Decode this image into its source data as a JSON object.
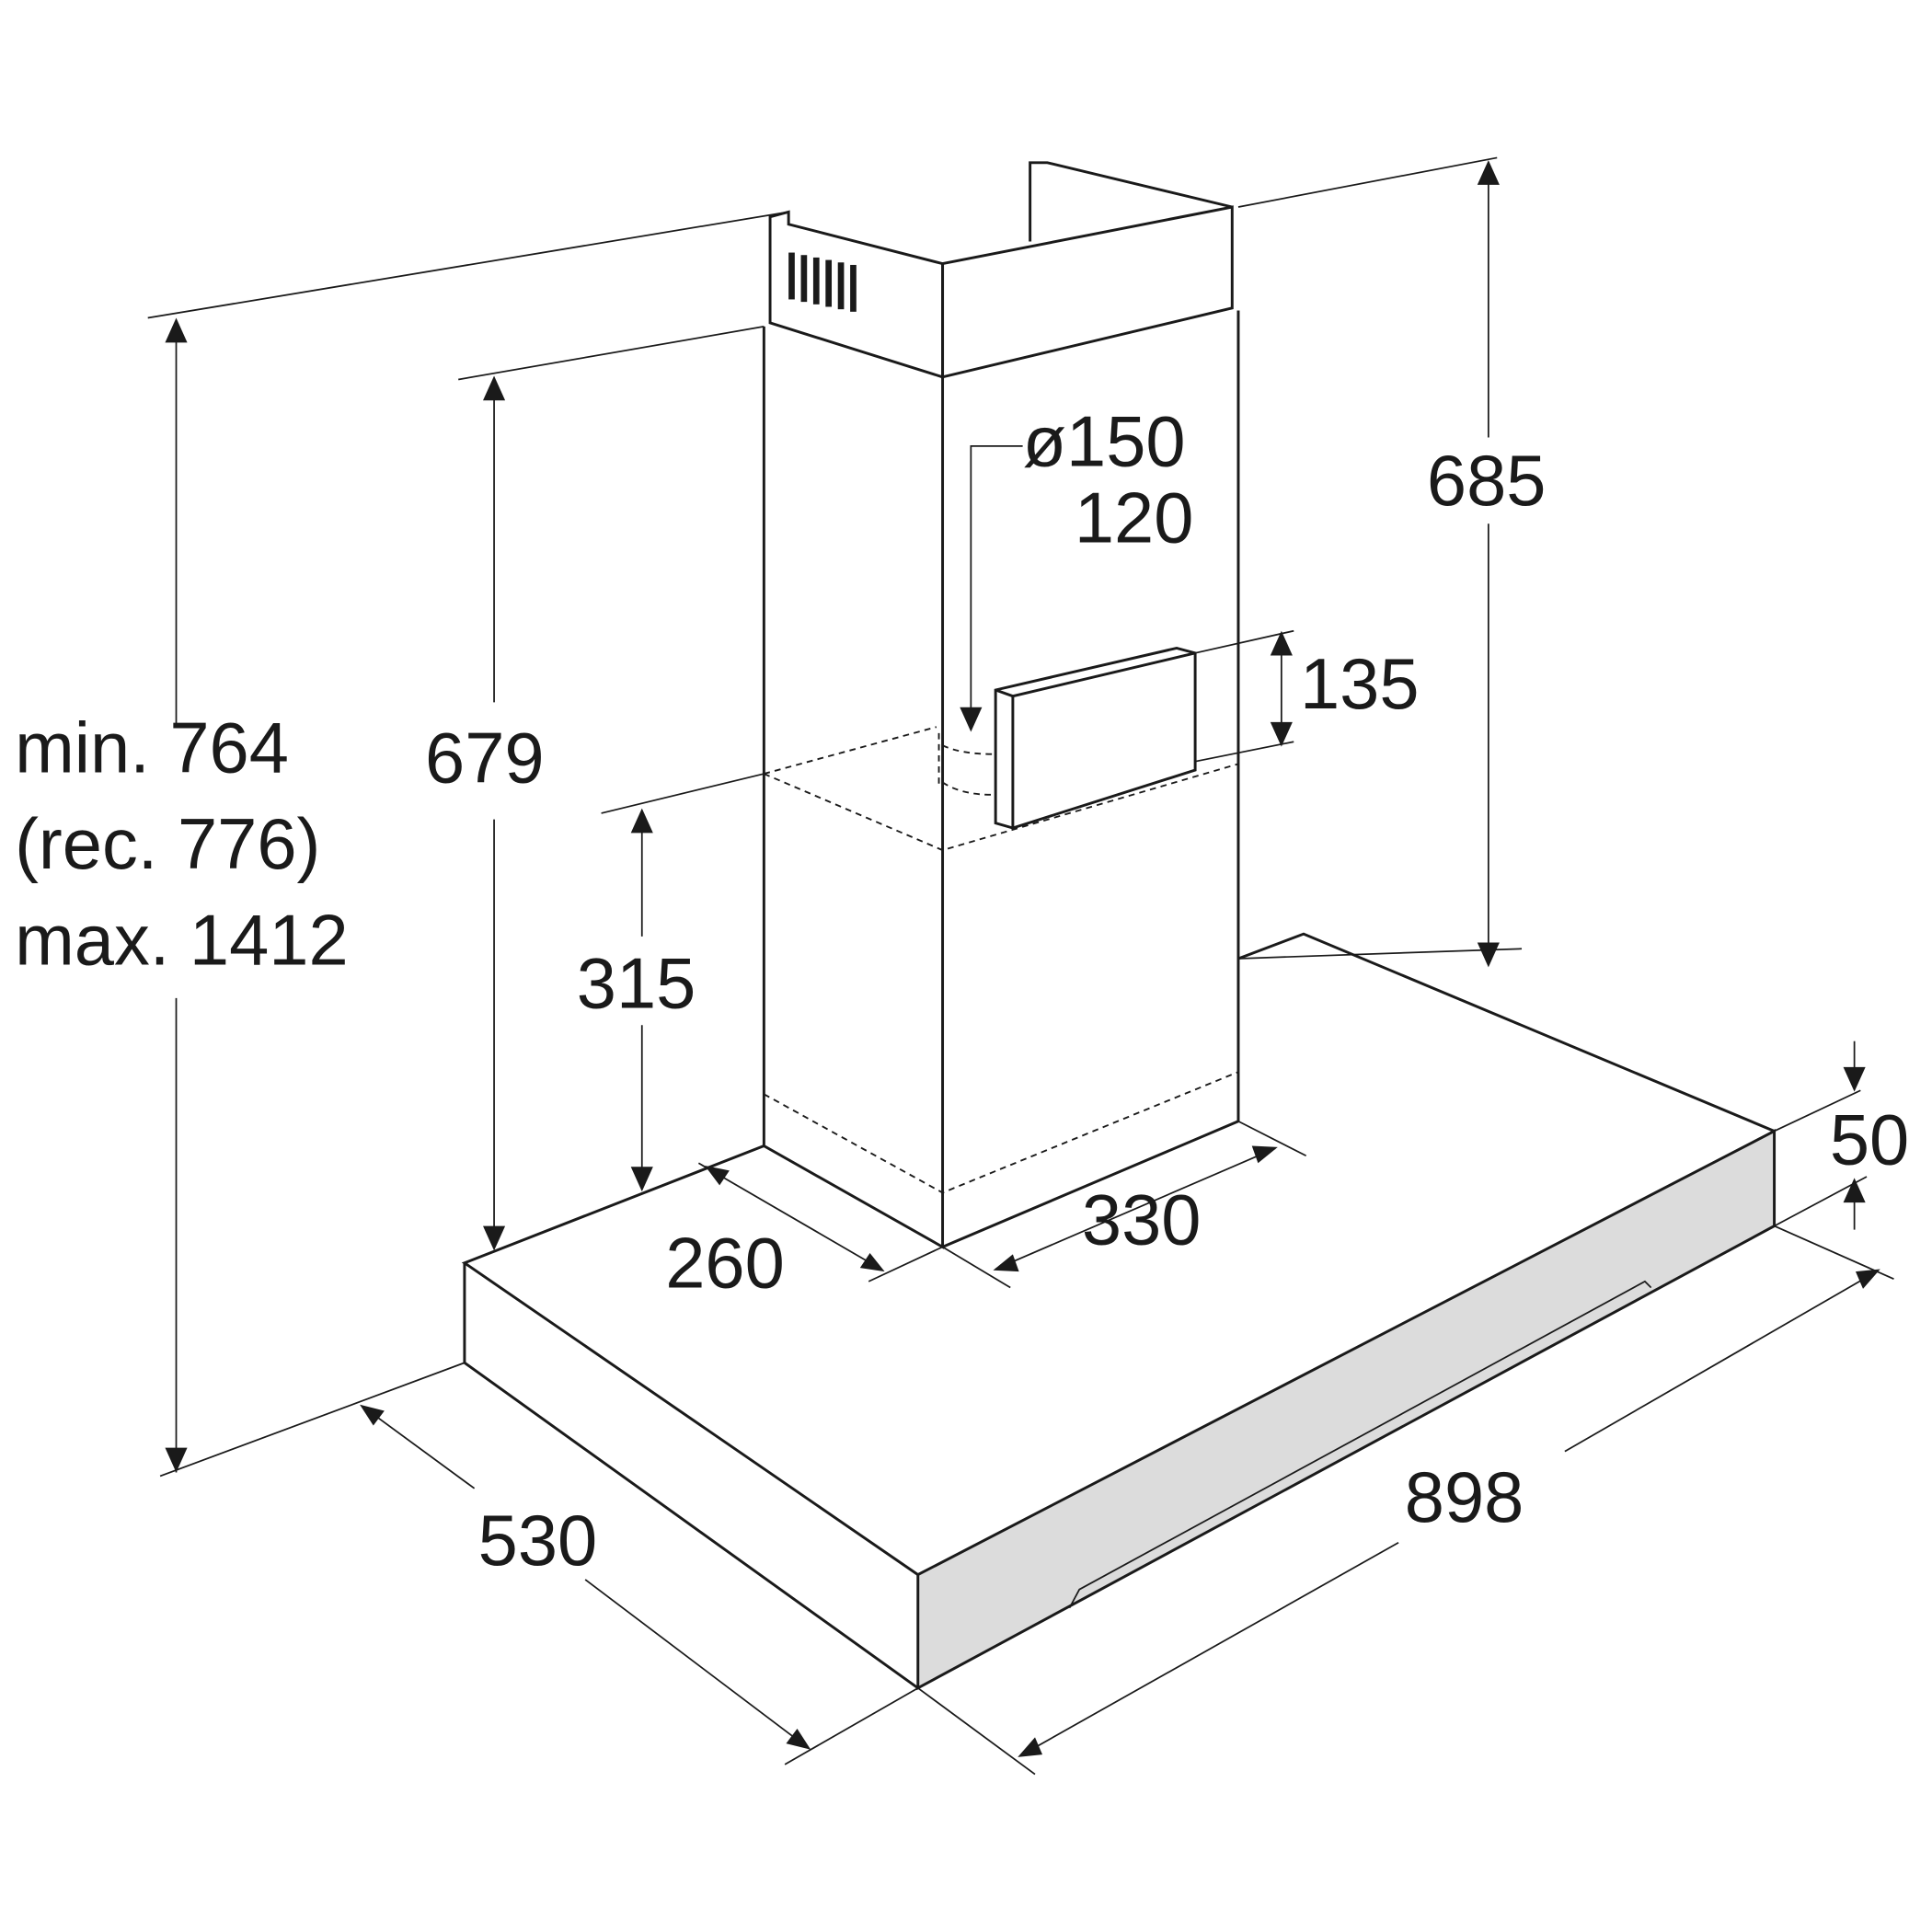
{
  "title": "Cooker hood dimension drawing",
  "labels": {
    "height_total_min": "min. 764",
    "height_total_rec": "(rec. 776)",
    "height_total_max": "max. 1412",
    "chimney_lower_height": "679",
    "duct_to_canopy": "315",
    "duct_diameter": "ø150",
    "duct_diameter_alt": "120",
    "upper_chimney_height": "685",
    "outlet_height": "135",
    "chimney_depth": "260",
    "chimney_width": "330",
    "canopy_depth": "530",
    "canopy_width": "898",
    "canopy_thickness": "50"
  }
}
